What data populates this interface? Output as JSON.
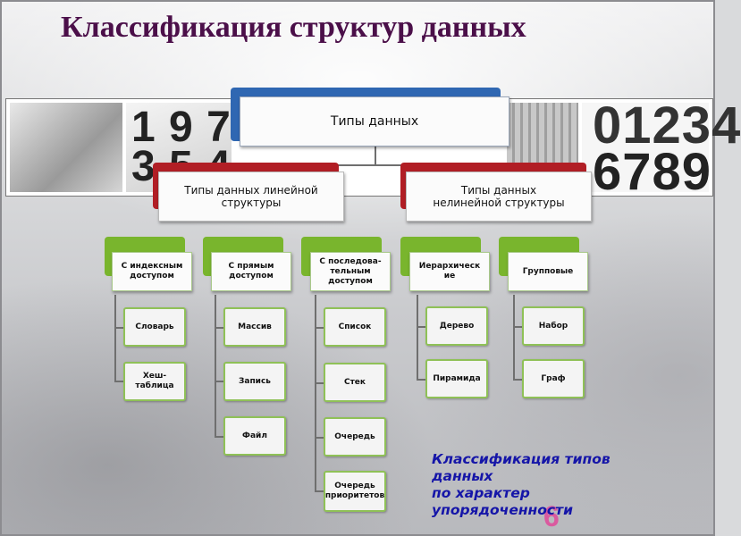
{
  "title": "Классификация структур данных",
  "decor": {
    "digits_left": [
      "1 9 7",
      "3 5 4",
      "3 5"
    ],
    "digits_right": [
      "01234",
      "6789"
    ]
  },
  "diagram": {
    "root": "Типы данных",
    "linear": {
      "label_line1": "Типы данных линейной",
      "label_line2": "структуры"
    },
    "nonlinear": {
      "label_line1": "Типы данных",
      "label_line2": "нелинейной структуры"
    },
    "groups": {
      "indexed": {
        "line1": "С индексным",
        "line2": "доступом",
        "leaves": [
          "Словарь",
          "Хеш-таблица"
        ]
      },
      "direct": {
        "line1": "С прямым",
        "line2": "доступом",
        "leaves": [
          "Массив",
          "Запись",
          "Файл"
        ]
      },
      "sequential": {
        "line1": "С последова-",
        "line2": "тельным",
        "line3": "доступом",
        "leaves": [
          "Список",
          "Стек",
          "Очередь"
        ],
        "last_leaf_line1": "Очередь",
        "last_leaf_line2": "приоритетов"
      },
      "hierarchical": {
        "line1": "Иерархическ",
        "line2": "ие",
        "leaves": [
          "Дерево",
          "Пирамида"
        ]
      },
      "group": {
        "line1": "Групповые",
        "leaves": [
          "Набор",
          "Граф"
        ]
      }
    }
  },
  "caption": {
    "lines": [
      "Классификация типов",
      "данных",
      "по характер",
      "упорядоченности"
    ]
  },
  "page_number": "6",
  "colors": {
    "title": "#4b0f49",
    "root_tab": "#2f67b2",
    "level1_tab": "#b11e25",
    "level2_tab": "#79b52d",
    "leaf_border": "#8fc157",
    "caption": "#1515a8"
  }
}
